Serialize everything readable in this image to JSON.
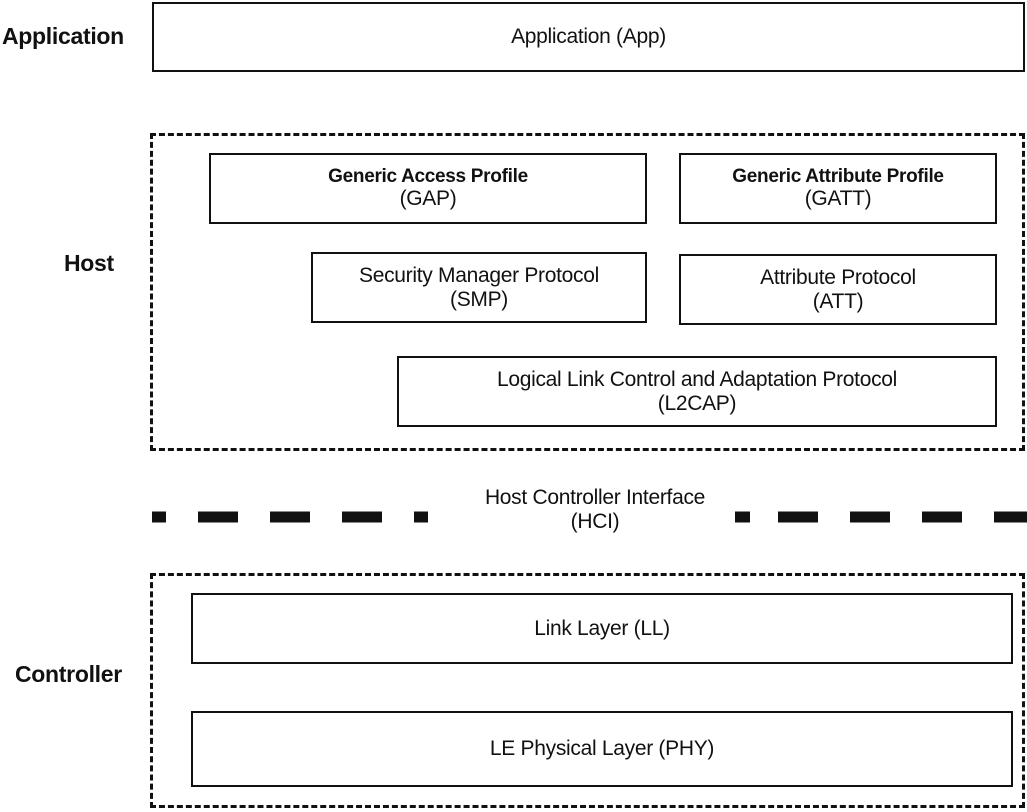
{
  "layers": {
    "application": "Application",
    "host": "Host",
    "controller": "Controller"
  },
  "boxes": {
    "app": {
      "name": "Application (App)"
    },
    "gap": {
      "name": "Generic Access Profile",
      "abbr": "(GAP)"
    },
    "gatt": {
      "name": "Generic Attribute Profile",
      "abbr": "(GATT)"
    },
    "smp": {
      "name": "Security Manager Protocol",
      "abbr": "(SMP)"
    },
    "att": {
      "name": "Attribute Protocol",
      "abbr": "(ATT)"
    },
    "l2cap": {
      "name": "Logical Link Control and Adaptation Protocol",
      "abbr": "(L2CAP)"
    },
    "ll": {
      "name": "Link Layer (LL)"
    },
    "phy": {
      "name": "LE Physical Layer (PHY)"
    }
  },
  "hci": {
    "name": "Host Controller Interface",
    "abbr": "(HCI)"
  },
  "colors": {
    "stroke": "#111111",
    "background": "#ffffff"
  }
}
